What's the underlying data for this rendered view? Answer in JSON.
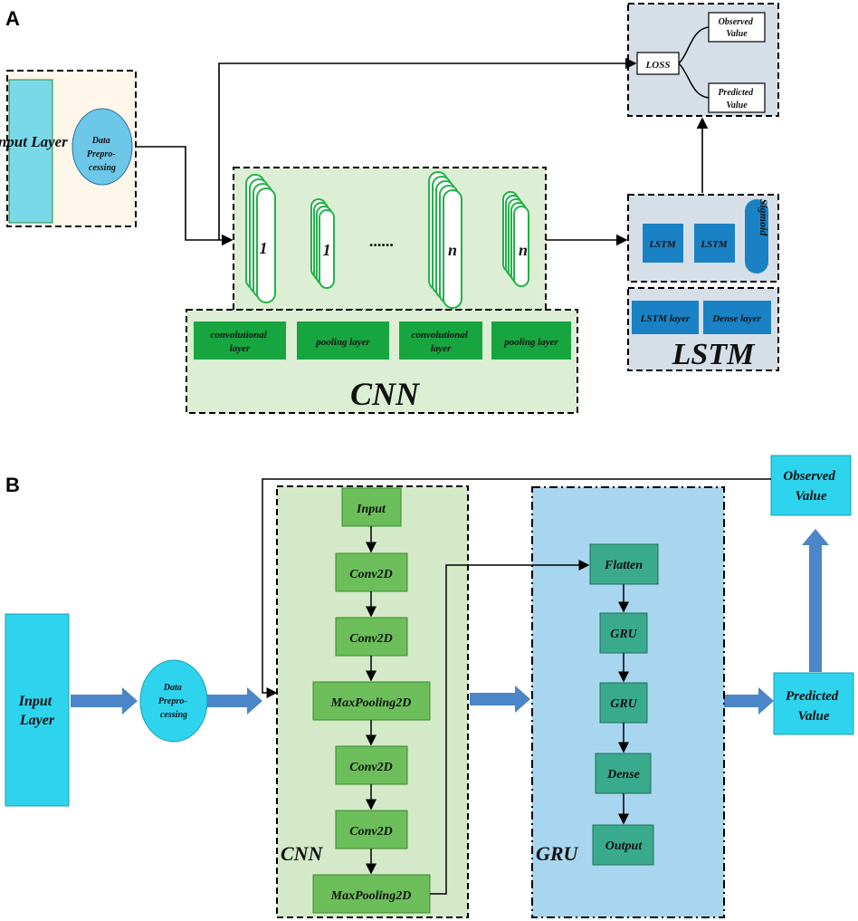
{
  "panel_a": {
    "label": "A",
    "input_layer": "Input Layer",
    "data_preprocessing": [
      "Data",
      "Prepro-",
      "cessing"
    ],
    "feature_maps": [
      "1",
      "1",
      "......",
      "n",
      "n"
    ],
    "cnn_layers": [
      [
        "convolutional",
        "layer"
      ],
      [
        "pooling layer"
      ],
      [
        "convolutional",
        "layer"
      ],
      [
        "pooling layer"
      ]
    ],
    "cnn_title": "CNN",
    "loss": "LOSS",
    "observed_value": [
      "Observed",
      "Value"
    ],
    "predicted_value": [
      "Predicted",
      "Value"
    ],
    "lstm_cells": [
      "LSTM",
      "LSTM"
    ],
    "sigmoid": "Sigmoid",
    "lstm_layer": "LSTM layer",
    "dense_layer": "Dense layer",
    "lstm_title": "LSTM"
  },
  "panel_b": {
    "label": "B",
    "input_layer": [
      "Input",
      "Layer"
    ],
    "data_preprocessing": [
      "Data",
      "Prepro-",
      "cessing"
    ],
    "cnn_stack": [
      "Input",
      "Conv2D",
      "Conv2D",
      "MaxPooling2D",
      "Conv2D",
      "Conv2D",
      "MaxPooling2D"
    ],
    "cnn_title": "CNN",
    "gru_stack": [
      "Flatten",
      "GRU",
      "GRU",
      "Dense",
      "Output"
    ],
    "gru_title": "GRU",
    "observed_value": [
      "Observed",
      "Value"
    ],
    "predicted_value": [
      "Predicted",
      "Value"
    ]
  },
  "colors": {
    "cyan": "#2ed4ee",
    "light_green": "#dcefd4",
    "green_box": "#17a540",
    "mid_green": "#6bbe5a",
    "teal": "#3aaa8c",
    "blue_cell": "#1a82c4",
    "grey_panel": "#d6dfe8",
    "gru_bg": "#a9d6ef",
    "arrow_blue": "#4a86c8"
  }
}
